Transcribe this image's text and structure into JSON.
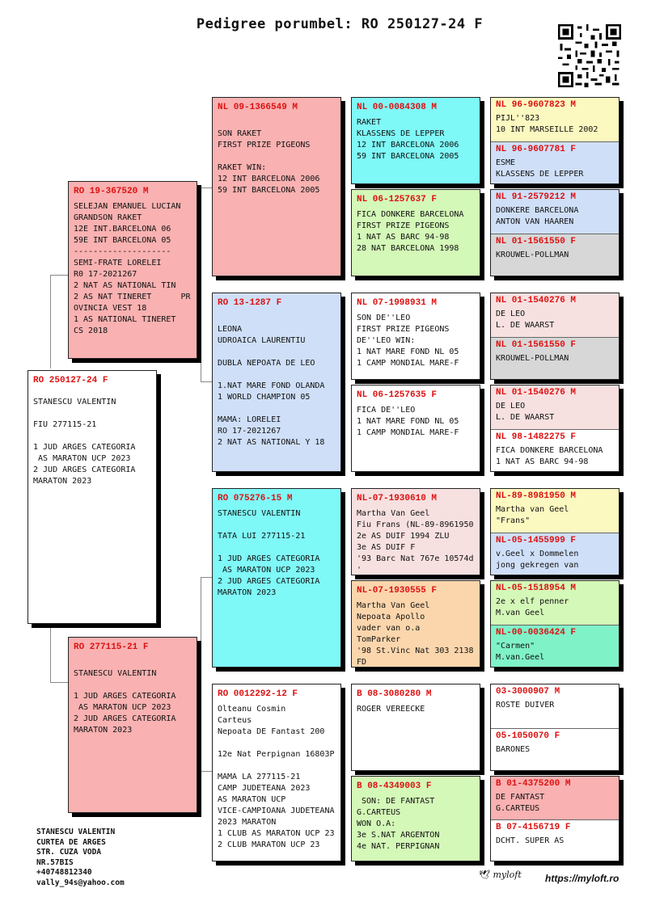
{
  "title": "Pedigree porumbel: RO 250127-24 F",
  "colors": {
    "pink": "#f9b1b1",
    "cyan": "#7ff8f8",
    "lightblue": "#cfdff8",
    "lightgreen": "#d4f8b8",
    "yellow": "#fbf8c0",
    "grey": "#d7d7d7",
    "lightpink": "#f7e0e0",
    "orange": "#fbd6ad",
    "green": "#7ff2c8",
    "white": "#ffffff"
  },
  "subject": {
    "ring": "RO 250127-24 F",
    "text": "STANESCU VALENTIN\n\nFIU 277115-21\n\n1 JUD ARGES CATEGORIA\n AS MARATON UCP 2023\n2 JUD ARGES CATEGORIA\nMARATON 2023"
  },
  "sire": {
    "ring": "RO 19-367520 M",
    "text": "SELEJAN EMANUEL LUCIAN\nGRANDSON RAKET\n12E INT.BARCELONA 06\n59E INT BARCELONA 05\n--------------------\nSEMI-FRATE LORELEI\nR0 17-2021267\n2 NAT AS NATIONAL TIN\n2 AS NAT TINERET      PR\nOVINCIA VEST 18\n1 AS NATIONAL TINERET\nCS 2018"
  },
  "dam": {
    "ring": "RO 277115-21 F",
    "text": "\nSTANESCU VALENTIN\n\n1 JUD ARGES CATEGORIA\n AS MARATON UCP 2023\n2 JUD ARGES CATEGORIA\nMARATON 2023"
  },
  "gen2": [
    {
      "ring": "NL 09-1366549 M",
      "text": "\nSON RAKET\nFIRST PRIZE PIGEONS\n\nRAKET WIN:\n12 INT BARCELONA 2006\n59 INT BARCELONA 2005"
    },
    {
      "ring": "RO 13-1287 F",
      "text": "\nLEONA\nUDROAICA LAURENTIU\n\nDUBLA NEPOATA DE LEO\n\n1.NAT MARE FOND OLANDA\n1 WORLD CHAMPION 05\n\nMAMA: LORELEI\nRO 17-2021267\n2 NAT AS NATIONAL Y 18"
    },
    {
      "ring": "RO 075276-15 M",
      "text": "STANESCU VALENTIN\n\nTATA LUI 277115-21\n\n1 JUD ARGES CATEGORIA\n AS MARATON UCP 2023\n2 JUD ARGES CATEGORIA\nMARATON 2023"
    },
    {
      "ring": "RO 0012292-12 F",
      "text": "Olteanu Cosmin\nCarteus\nNepoata DE Fantast 200\n\n12e Nat Perpignan 16803P\n\nMAMA LA 277115-21\nCAMP JUDETEANA 2023\nAS MARATON UCP\nVICE-CAMPIOANA JUDETEANA\n2023 MARATON\n1 CLUB AS MARATON UCP 23\n2 CLUB MARATON UCP 23"
    }
  ],
  "gen3": [
    {
      "ring": "NL 00-0084308 M",
      "text": "RAKET\nKLASSENS DE LEPPER\n12 INT BARCELONA 2006\n59 INT BARCELONA 2005"
    },
    {
      "ring": "NL 06-1257637 F",
      "text": "FICA DONKERE BARCELONA\nFIRST PRIZE PIGEONS\n1 NAT AS BARC 94-98\n28 NAT BARCELONA 1998"
    },
    {
      "ring": "NL 07-1998931 M",
      "text": "SON DE''LEO\nFIRST PRIZE PIGEONS\nDE''LEO WIN:\n1 NAT MARE FOND NL 05\n1 CAMP MONDIAL MARE-F"
    },
    {
      "ring": "NL 06-1257635 F",
      "text": "FICA DE''LEO\n1 NAT MARE FOND NL 05\n1 CAMP MONDIAL MARE-F"
    },
    {
      "ring": "NL-07-1930610 M",
      "text": "Martha Van Geel\nFiu Frans (NL-89-8961950\n2e AS DUIF 1994 ZLU\n3e AS DUIF F\n'93 Barc Nat 767e 10574d\n'"
    },
    {
      "ring": "NL-07-1930555 F",
      "text": "Martha Van Geel\nNepoata Apollo\nvader van o.a\nTomParker\n'98 St.Vinc Nat 303 2138\nFD"
    },
    {
      "ring": "B 08-3080280 M",
      "text": "ROGER VEREECKE"
    },
    {
      "ring": "B 08-4349003 F",
      "text": " SON: DE FANTAST\nG.CARTEUS\nWON O.A:\n3e S.NAT ARGENTON\n4e NAT. PERPIGNAN"
    }
  ],
  "gen4": [
    {
      "ring": "NL 96-9607823 M",
      "text": "PIJL''823\n10 INT MARSEILLE 2002"
    },
    {
      "ring": "NL 96-9607781 F",
      "text": "ESME\nKLASSENS DE LEPPER"
    },
    {
      "ring": "NL 91-2579212 M",
      "text": "DONKERE BARCELONA\nANTON VAN HAAREN"
    },
    {
      "ring": "NL 01-1561550 F",
      "text": "KROUWEL-POLLMAN"
    },
    {
      "ring": "NL 01-1540276 M",
      "text": "DE LEO\nL. DE WAARST"
    },
    {
      "ring": "NL 01-1561550 F",
      "text": "KROUWEL-POLLMAN"
    },
    {
      "ring": "NL 01-1540276 M",
      "text": "DE LEO\nL. DE WAARST"
    },
    {
      "ring": "NL 98-1482275 F",
      "text": "FICA DONKERE BARCELONA\n1 NAT AS BARC 94-98"
    },
    {
      "ring": "NL-89-8981950 M",
      "text": "Martha van Geel\n\"Frans\""
    },
    {
      "ring": "NL-05-1455999 F",
      "text": "v.Geel x Dommelen\njong gekregen van"
    },
    {
      "ring": "NL-05-1518954 M",
      "text": "2e x elf penner\nM.van Geel"
    },
    {
      "ring": "NL-00-0036424 F",
      "text": "\"Carmen\"\nM.van.Geel"
    },
    {
      "ring": "03-3000907 M",
      "text": "ROSTE DUIVER"
    },
    {
      "ring": "05-1050070 F",
      "text": "BARONES"
    },
    {
      "ring": "B 01-4375200 M",
      "text": "DE FANTAST\nG.CARTEUS"
    },
    {
      "ring": "B 07-4156719 F",
      "text": "DCHT. SUPER AS"
    }
  ],
  "owner": "STANESCU VALENTIN\nCURTEA DE ARGES\nSTR. CUZA VODA\nNR.57BIS\n+40748812340\nvally_94s@yahoo.com",
  "logo": "myloft",
  "website": "https://myloft.ro"
}
